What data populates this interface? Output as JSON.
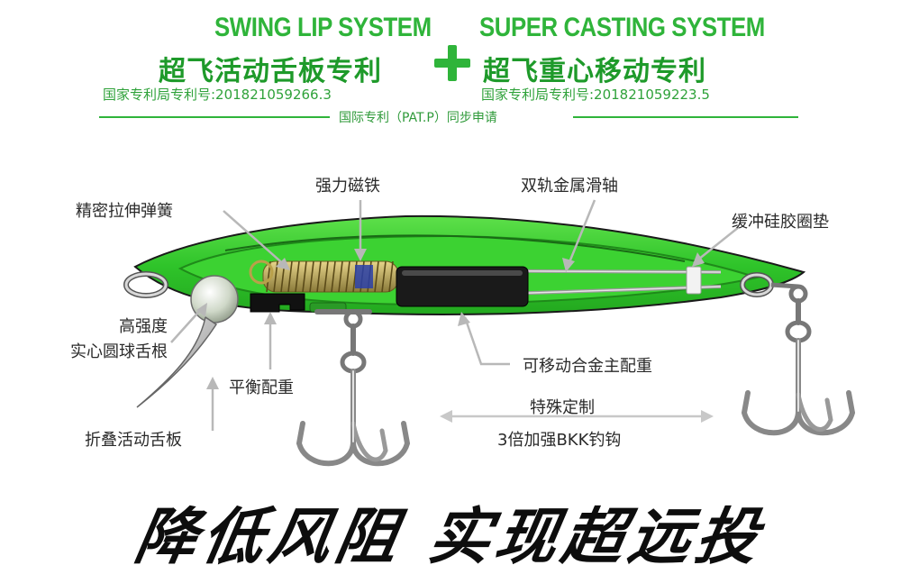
{
  "header": {
    "left_en": "SWING LIP SYSTEM",
    "left_zh": "超飞活动舌板专利",
    "left_patent": "国家专利局专利号:201821059266.3",
    "right_en": "SUPER CASTING SYSTEM",
    "right_zh": "超飞重心移动专利",
    "right_patent": "国家专利局专利号:201821059223.5",
    "international": "国际专利（PAT.P）同步申请"
  },
  "labels": {
    "magnet": "强力磁铁",
    "rail": "双轨金属滑轴",
    "spring": "精密拉伸弹簧",
    "cushion": "缓冲硅胶圈垫",
    "ball_line1": "高强度",
    "ball_line2": "实心圆球舌根",
    "balance": "平衡配重",
    "weight": "可移动合金主配重",
    "special": "特殊定制",
    "hooks": "3倍加强BKK钓钩",
    "lip": "折叠活动舌板"
  },
  "slogan": "降低风阻 实现超远投",
  "colors": {
    "accent_green": "#2fb43a",
    "body_green": "#2fc42a",
    "text": "#2a2a2a"
  }
}
